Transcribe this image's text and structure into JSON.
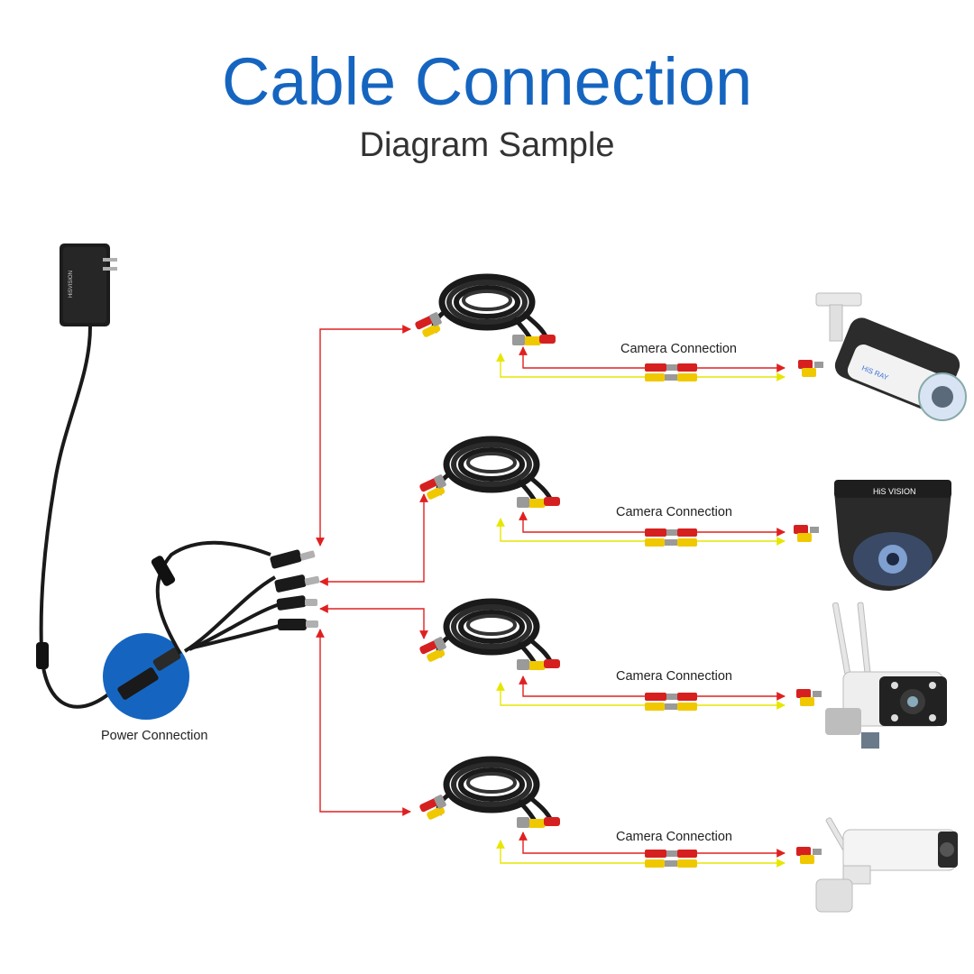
{
  "header": {
    "title": "Cable Connection",
    "subtitle": "Diagram Sample"
  },
  "power": {
    "label": "Power Connection",
    "adapter_brand": "HiSVISION"
  },
  "camera_links": [
    {
      "label": "Camera Connection",
      "camera": "bullet",
      "brand": "HiS RAY"
    },
    {
      "label": "Camera Connection",
      "camera": "dome",
      "brand": "HiS VISION"
    },
    {
      "label": "Camera Connection",
      "camera": "wifi-bullet",
      "brand": ""
    },
    {
      "label": "Camera Connection",
      "camera": "wifi-box",
      "brand": ""
    }
  ],
  "colors": {
    "title": "#1565c0",
    "power_line": "#e02020",
    "video_line": "#e6e600",
    "cable": "#1a1a1a",
    "highlight": "#1565c0"
  }
}
